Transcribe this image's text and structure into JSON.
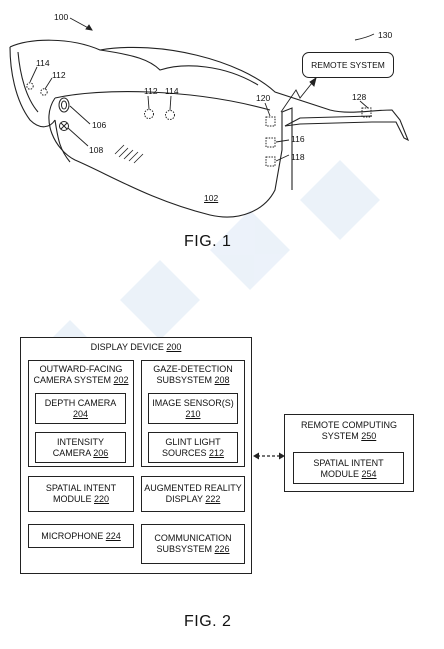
{
  "fig1": {
    "title": "FIG. 1",
    "refs": {
      "r100": "100",
      "r130": "130",
      "r114a": "114",
      "r112a": "112",
      "r112b": "112",
      "r114b": "114",
      "r120": "120",
      "r128": "128",
      "r106": "106",
      "r108": "108",
      "r116": "116",
      "r118": "118",
      "r102": "102"
    },
    "remote_system": "REMOTE SYSTEM"
  },
  "fig2": {
    "title": "FIG. 2",
    "display_device": {
      "label": "DISPLAY DEVICE",
      "num": "200"
    },
    "outward_camera": {
      "line1": "OUTWARD-FACING",
      "line2": "CAMERA SYSTEM",
      "num": "202"
    },
    "depth_camera": {
      "line1": "DEPTH CAMERA",
      "num": "204"
    },
    "intensity_camera": {
      "line1": "INTENSITY",
      "line2": "CAMERA",
      "num": "206"
    },
    "gaze_detection": {
      "line1": "GAZE-DETECTION",
      "line2": "SUBSYSTEM",
      "num": "208"
    },
    "image_sensor": {
      "line1": "IMAGE SENSOR(S)",
      "num": "210"
    },
    "glint_light": {
      "line1": "GLINT LIGHT",
      "line2": "SOURCES",
      "num": "212"
    },
    "spatial_intent": {
      "line1": "SPATIAL INTENT",
      "line2": "MODULE",
      "num": "220"
    },
    "ar_display": {
      "line1": "AUGMENTED REALITY",
      "line2": "DISPLAY",
      "num": "222"
    },
    "microphone": {
      "line1": "MICROPHONE",
      "num": "224"
    },
    "communication": {
      "line1": "COMMUNICATION",
      "line2": "SUBSYSTEM",
      "num": "226"
    },
    "remote_computing": {
      "line1": "REMOTE COMPUTING",
      "line2": "SYSTEM",
      "num": "250"
    },
    "remote_spatial": {
      "line1": "SPATIAL INTENT",
      "line2": "MODULE",
      "num": "254"
    }
  }
}
